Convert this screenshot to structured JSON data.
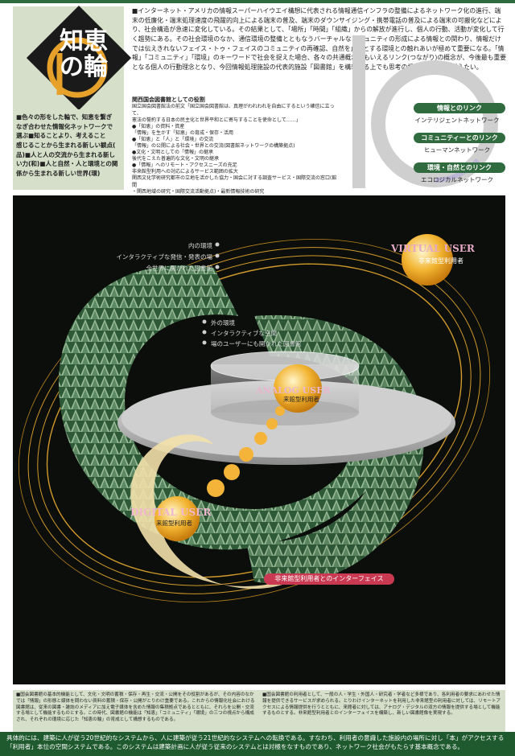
{
  "title": {
    "line1": "知恵",
    "line2": "の輪"
  },
  "intro": "■インターネット・アメリカの情報スーパーハイウエイ構想に代表される情報通信インフラの整備によるネットワーク化の進行、端末の低廉化・端末処理速度の飛躍的向上による端末の普及、端末のダウンサイジング・携帯電話の普及による端末の可搬化などにより、社会構造が急速に変化している。その結果として、「場所」「時間」「組織」からの解放が進行し、個人の行動、活動が変化して行く趨勢にある。その社会環境のなか、通信環境の整備とともなうバーチャルなコミュニティの形成による情報との関わり、情報だけでは伝えきれないフェイス・トゥ・フェイスのコミュニティの再確認、自然を止めとする環境との触れあいが極めて重要になる。「情報」「コミュニティ」「環境」のキーワードで社会を捉えた場合、各々の共通概念ともいえるリンク(つながり)の概念が、今後最も重要となる個人の行動理念となり、今回情報処理施設の代表的施設「図書館」を構想する上でも思考の根本原理として据えたい。",
  "left_items": [
    "■色々の形をした輪で、知恵を繋ぎ",
    "なぎ合わせた情報化ネットワークで",
    "選ぶ■知ることより、考えること",
    "感じることから生まれる新しい観点(",
    "品)■人と人の交流から生まれる新し",
    "い力(和)■人と自然・人と環境との関",
    "係から生まれる新しい世界(環)"
  ],
  "mid": {
    "heading": "関西国会図書館としての役割",
    "lines": [
      "国立国会図書館法の前文「国立国会図書館は、真理がわれわれを自由にするという確信に立って、",
      "憲法の誓約する日本の民主化と世界平和とに寄与することを使命として……」",
      "●「知恵」の資料・資産",
      "「情報」を生かす「知恵」の育成・保存・活用",
      "●「知恵」と「人」と「環境」の交流",
      "「情報」の公開による社会・世界との交流(図書館ネットワークの構築拠点)",
      "●文化・文明としての「情報」の継承",
      "後代をこえた普遍的な文化・文明の継承",
      "●「情報」へのリモート・アクセスニーズの充足",
      "非来館型利用への対応によるサービス範囲の拡大",
      "関西文化学術研究都市の立地を活かした協力・国会に対する調査サービス・国際交流の窓口(館間",
      "・関西地域の研究・国際交流活動拠点)・最新情報技術の研究"
    ]
  },
  "links": [
    {
      "pill": "情報とのリンク",
      "sub": "インテリジェントネットワーク"
    },
    {
      "pill": "コミュニティーとのリンク",
      "sub": "ヒューマンネットワーク"
    },
    {
      "pill": "環境・自然とのリンク",
      "sub": "エコロジカルネットワーク"
    }
  ],
  "diagram": {
    "outer_labels": [
      "内の環境",
      "インタラクティブな発信・発表の場",
      "全世界に開かれた図書館"
    ],
    "inner_labels": [
      "外の環境",
      "インタラクティブな空間",
      "場のユーザーにも開かれた図書館"
    ],
    "virtual_user": "VIRTUAL USER",
    "virtual_sub": "非来館型利用者",
    "analog_user": "ANALOG USER",
    "analog_sub": "来館型利用者",
    "digital_user": "DIGITAL USER",
    "digital_sub": "来館型利用者",
    "interface": "非来館型利用者とのインターフェイス"
  },
  "footer_left": "■国会図書館の基本的機能として、文化・文明の蓄積・保存・再生・交流・公開をその役割があるが、その内容のなかでは「情報」の形態と媒体を問わない資料の蓄積・保存・公開がとりわけ重要である。これからの情報化社会における図書館は、従来の図書・雑誌のメディアに加え電子媒体を含めた情報の集積拠点であるとともに、それらを公開・交流する場として機能するものとする。この時代、図書館の機能は「知恵」「コミュニティ」「環境」の三つの視点から構成され、それぞれの環境に応じた「知恵の輪」の育成として構想するものである。",
  "footer_right": "■国会図書館の利用者として、一般の人・学生・外国人・研究者・学者など多様であり、各利用者の要求にあわせた情報を提供できるサービスが求められる。とりわけインターネットを利用した非来館型の利用者に対しては、リモートアクセスによる情報提供を行うとともに、来館者に対しては、アナログ・デジタルの双方の情報を提供する場として機能するものとする。非来館型利用者とのインターフェイスを構築し、新しい図書館像を実現する。",
  "bottom": "具体的には、建築に人が従う20世紀的なシステムから、人に建築が従う21世紀的なシステムへの転換である。すなわち、利用者の意識した施設内の場所に対し「本」がアクセスする「利用者」本位の空間システムである。このシステムは建築計画に人が従う従来のシステムとは対極をなすものであり、ネットワーク社会がもたらす基本概念である。"
}
